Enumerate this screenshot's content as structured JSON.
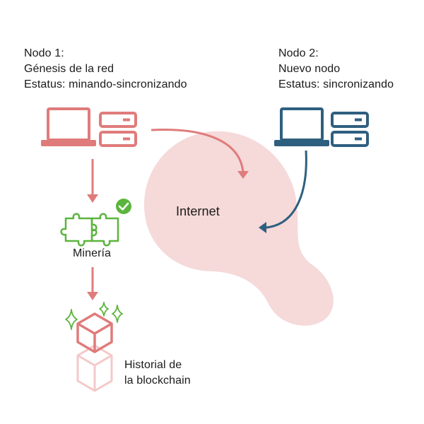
{
  "node1": {
    "title": "Nodo 1:",
    "role": "Génesis de la red",
    "status": "Estatus: minando-sincronizando"
  },
  "node2": {
    "title": "Nodo 2:",
    "role": "Nuevo nodo",
    "status": "Estatus: sincronizando"
  },
  "cloud": {
    "label": "Internet"
  },
  "mining": {
    "label": "Minería"
  },
  "history": {
    "line1": "Historial de",
    "line2": "la blockchain"
  },
  "colors": {
    "node1": "#e07b7b",
    "node2": "#2f5f7f",
    "cloud": "#f6d9d9",
    "mining": "#5bb53d",
    "text": "#1a1a1a"
  },
  "icons": {
    "node1_computer": "laptop-icon",
    "node1_server": "server-icon",
    "node2_computer": "laptop-icon",
    "node2_server": "server-icon",
    "mining": "puzzle-icon",
    "mining_status": "check-circle-icon",
    "history": "cube-stack-icon",
    "sparkle": "sparkle-icon"
  }
}
